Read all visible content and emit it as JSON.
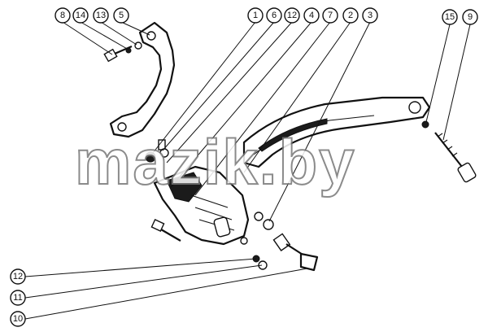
{
  "diagram": {
    "callouts_top": [
      "8",
      "14",
      "13",
      "5",
      "1",
      "6",
      "12",
      "4",
      "7",
      "2",
      "3",
      "15",
      "9"
    ],
    "callouts_bottom": [
      "12",
      "11",
      "10"
    ],
    "watermark": "mazik.by"
  }
}
